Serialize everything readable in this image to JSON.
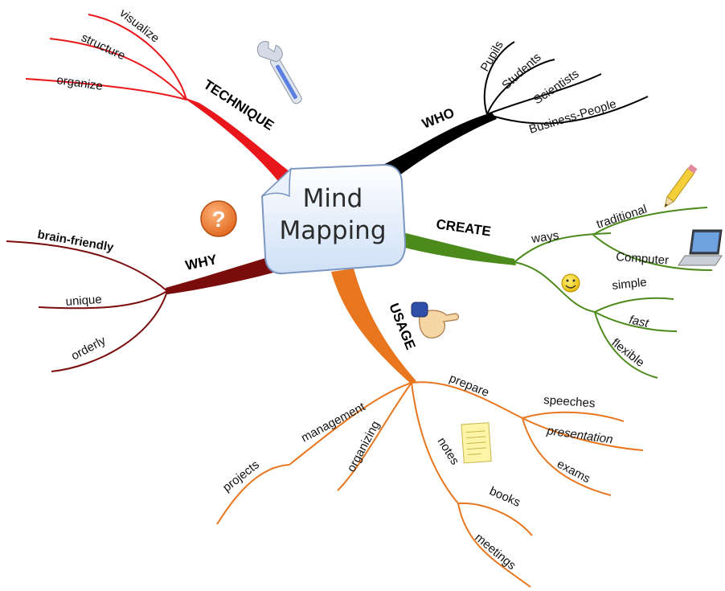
{
  "center": {
    "line1": "Mind",
    "line2": "Mapping"
  },
  "colors": {
    "technique": "#e8171b",
    "who": "#000000",
    "create": "#4c8a1c",
    "usage": "#e8761e",
    "why": "#7a0c0c"
  },
  "branches": {
    "technique": {
      "label": "TECHNIQUE",
      "children": [
        "visualize",
        "structure",
        "organize"
      ]
    },
    "who": {
      "label": "WHO",
      "children": [
        "Pupils",
        "Students",
        "Scientists",
        "Business-People"
      ]
    },
    "create": {
      "label": "CREATE",
      "ways": {
        "label": "ways",
        "children": [
          "traditional",
          "Computer"
        ]
      },
      "children": [
        "simple",
        "fast",
        "flexible"
      ]
    },
    "why": {
      "label": "WHY",
      "children": [
        "brain-friendly",
        "unique",
        "orderly"
      ]
    },
    "usage": {
      "label": "USAGE",
      "prepare": {
        "label": "prepare",
        "children": [
          "speeches",
          "presentation",
          "exams"
        ]
      },
      "management": {
        "label": "management",
        "children": [
          "projects"
        ]
      },
      "organizing": "organizing",
      "notes": {
        "label": "notes",
        "children": [
          "books",
          "meetings"
        ]
      }
    }
  },
  "icons": [
    "wrench-icon",
    "question-icon",
    "pencil-icon",
    "laptop-icon",
    "smiley-icon",
    "pointing-hand-icon",
    "notepad-icon"
  ]
}
